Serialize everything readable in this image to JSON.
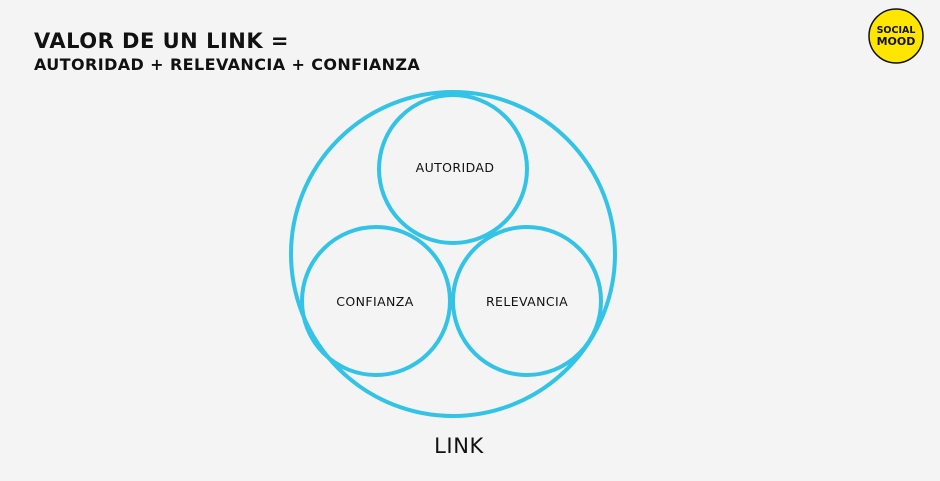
{
  "header": {
    "title": "VALOR DE UN LINK =",
    "subtitle": "AUTORIDAD + RELEVANCIA + CONFIANZA"
  },
  "logo": {
    "line1": "SOCIAL",
    "line2": "MOOD",
    "icon": "social-mood-logo",
    "color": "#ffe600"
  },
  "diagram": {
    "outer_label": "LINK",
    "circles": {
      "top": "AUTORIDAD",
      "left": "CONFIANZA",
      "right": "RELEVANCIA"
    },
    "stroke_color": "#33c3e6"
  }
}
